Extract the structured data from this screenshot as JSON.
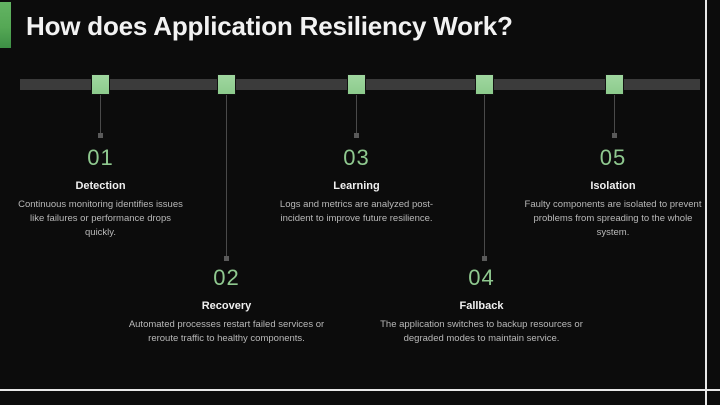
{
  "header": {
    "title": "How does Application Resiliency Work?",
    "accent_color": "#55a855"
  },
  "timeline": {
    "bar_color": "#3b3b3b",
    "marker_color": "#8dcb8d",
    "number_color": "#8fc98f"
  },
  "steps": [
    {
      "number": "01",
      "label": "Detection",
      "description": "Continuous monitoring identifies issues like failures or performance drops quickly.",
      "position": "above"
    },
    {
      "number": "02",
      "label": "Recovery",
      "description": "Automated processes restart failed services or reroute traffic to healthy components.",
      "position": "below"
    },
    {
      "number": "03",
      "label": "Learning",
      "description": "Logs and metrics are analyzed post-incident to improve future resilience.",
      "position": "above"
    },
    {
      "number": "04",
      "label": "Fallback",
      "description": "The application switches to backup resources or degraded modes to maintain service.",
      "position": "below"
    },
    {
      "number": "05",
      "label": "Isolation",
      "description": "Faulty components are isolated to prevent problems from spreading to the whole system.",
      "position": "above"
    }
  ]
}
